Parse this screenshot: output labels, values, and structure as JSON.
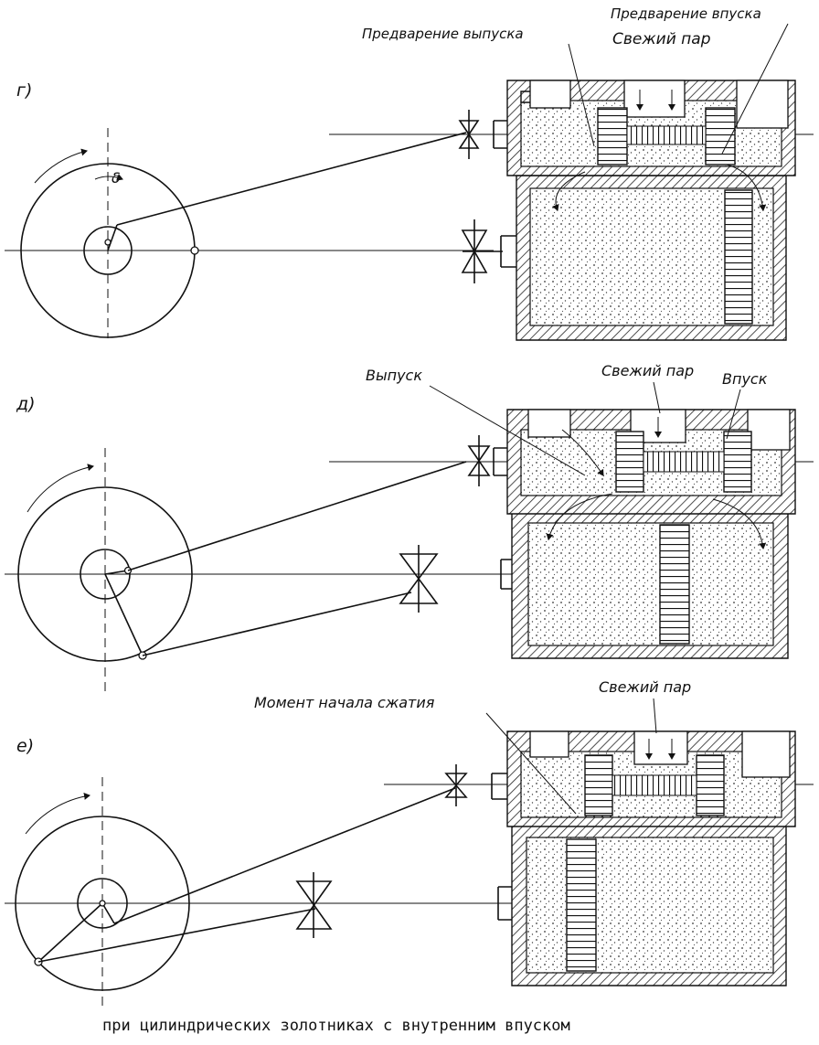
{
  "panels": [
    {
      "letter": "г)",
      "labels": {
        "exhaust_lead": "Предварение выпуска",
        "admission_lead": "Предварение впуска",
        "fresh_steam": "Свежий пар",
        "angle": "δ"
      }
    },
    {
      "letter": "д)",
      "labels": {
        "exhaust": "Выпуск",
        "fresh_steam": "Свежий пар",
        "admission": "Впуск"
      }
    },
    {
      "letter": "е)",
      "labels": {
        "compression_start": "Момент начала сжатия",
        "fresh_steam": "Свежий пар"
      }
    }
  ],
  "caption": "при цилиндрических золотниках с внутренним впуском"
}
